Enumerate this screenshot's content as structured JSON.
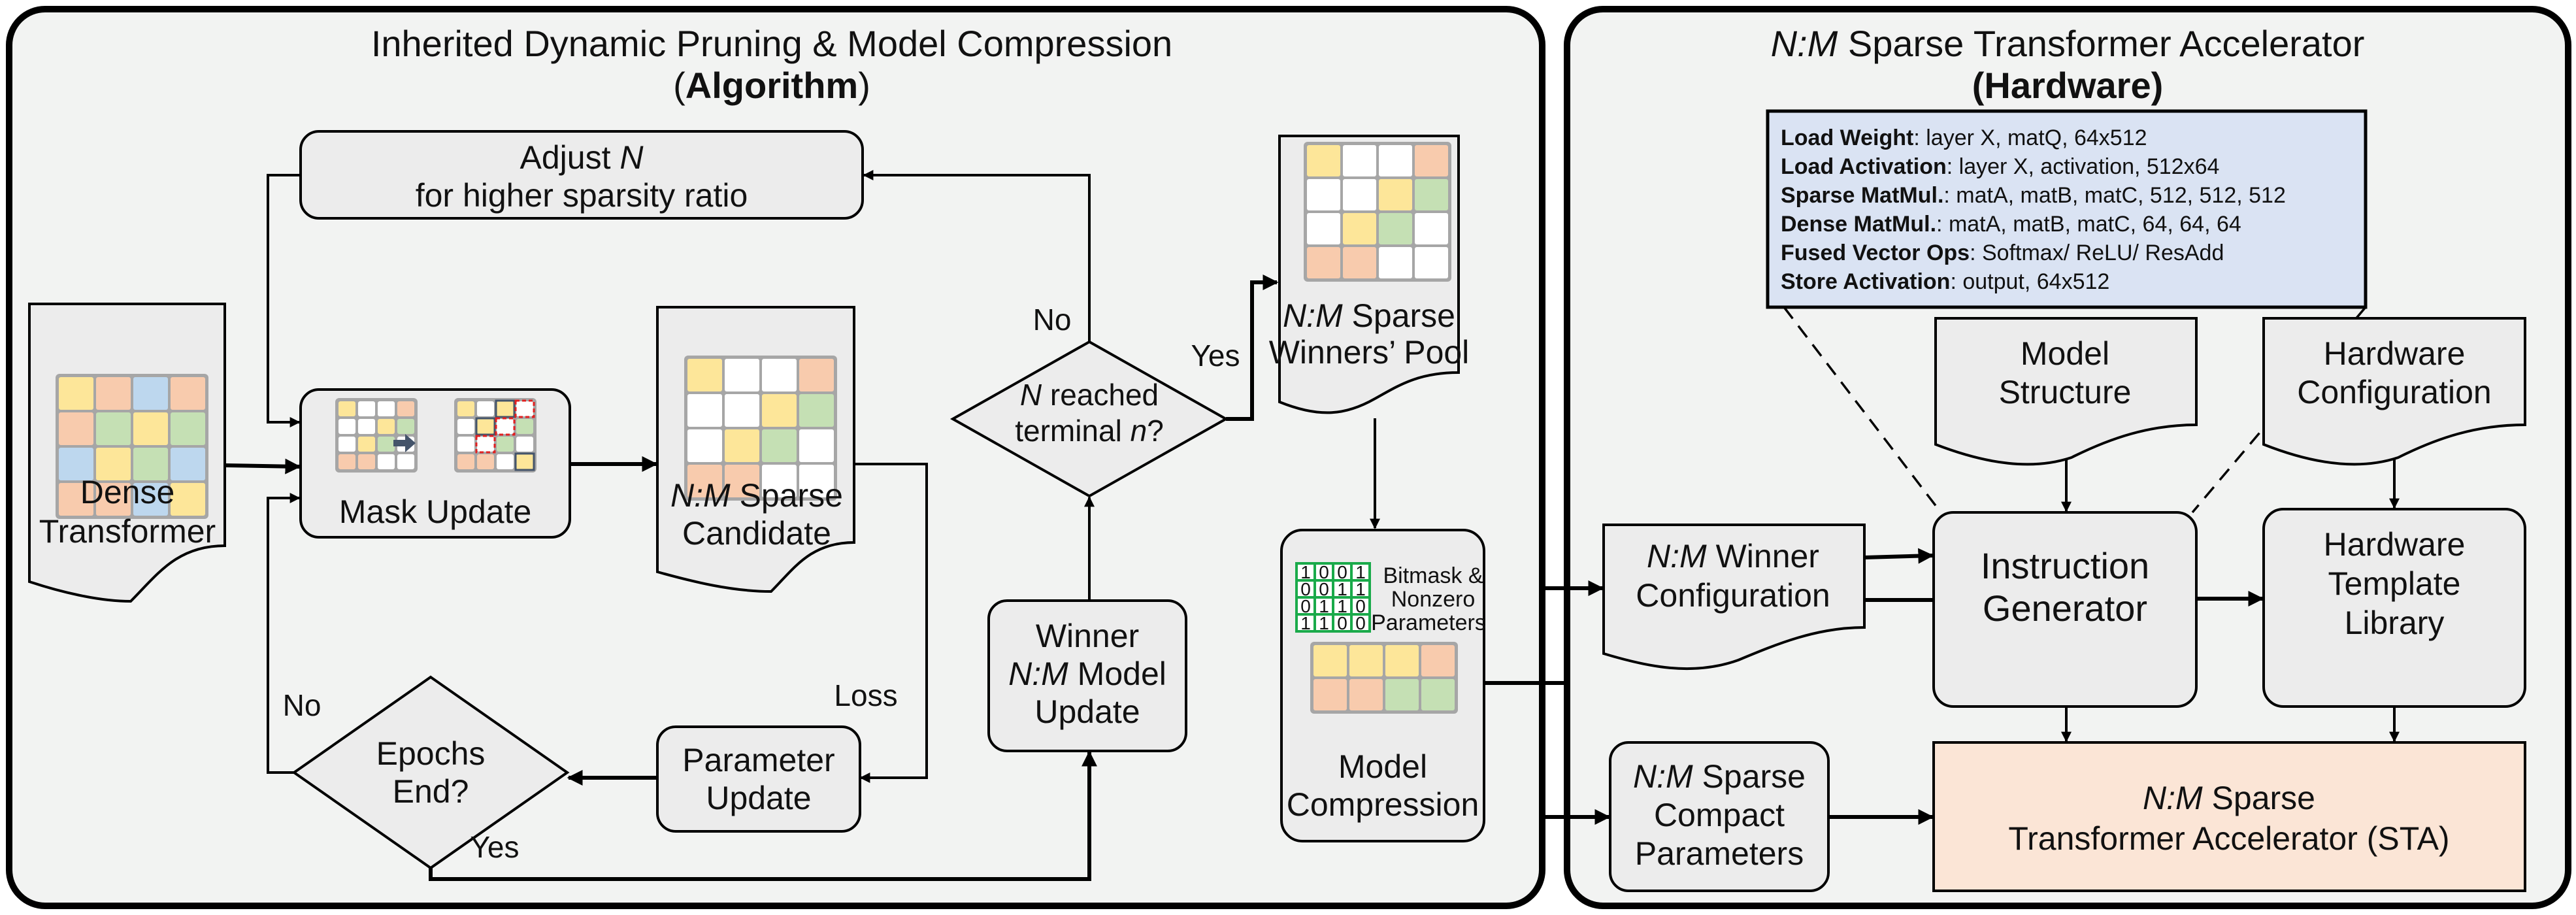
{
  "left_panel": {
    "title_line1": "Inherited Dynamic Pruning & Model Compression",
    "title_line2": "Algorithm",
    "nodes": {
      "adjust_n": {
        "line1_prefix": "Adjust ",
        "line1_italic": "N",
        "line2": "for higher sparsity ratio"
      },
      "dense_transformer": {
        "line1": "Dense",
        "line2": "Transformer"
      },
      "mask_update": {
        "label": "Mask Update"
      },
      "sparse_candidate": {
        "line1_italic": "N:M",
        "line1_rest": " Sparse",
        "line2": "Candidate"
      },
      "terminal_check": {
        "line1_italic": "N",
        "line1_rest": " reached",
        "line2_prefix": "terminal ",
        "line2_italic": "n",
        "line2_suffix": "?"
      },
      "winners_pool": {
        "line1_italic": "N:M",
        "line1_rest": " Sparse",
        "line2": "Winners’ Pool"
      },
      "winner_update": {
        "line1": "Winner",
        "line2_italic": "N:M",
        "line2_rest": " Model",
        "line3": "Update"
      },
      "parameter_update": {
        "line1": "Parameter",
        "line2": "Update"
      },
      "epochs_end": {
        "line1": "Epochs",
        "line2": "End?"
      },
      "model_compression": {
        "line1": "Model",
        "line2": "Compression",
        "bitmask_label": [
          "Bitmask &",
          "Nonzero",
          "Parameters"
        ],
        "bitmask": [
          [
            "1",
            "0",
            "0",
            "1"
          ],
          [
            "0",
            "0",
            "1",
            "1"
          ],
          [
            "0",
            "1",
            "1",
            "0"
          ],
          [
            "1",
            "1",
            "0",
            "0"
          ]
        ]
      }
    },
    "edge_labels": {
      "no_terminal": "No",
      "yes_terminal": "Yes",
      "no_epochs": "No",
      "yes_epochs": "Yes",
      "loss": "Loss"
    }
  },
  "right_panel": {
    "title_italic": "N:M",
    "title_rest": " Sparse Transformer Accelerator",
    "title_line2": "Hardware",
    "instructions": [
      {
        "op": "Load Weight",
        "args": ": layer X, matQ, 64x512"
      },
      {
        "op": "Load Activation",
        "args": ": layer X, activation, 512x64"
      },
      {
        "op": "Sparse MatMul.",
        "args": ": matA, matB, matC, 512, 512, 512"
      },
      {
        "op": "Dense MatMul.",
        "args": ": matA, matB, matC, 64, 64, 64"
      },
      {
        "op": "Fused Vector Ops",
        "args": ": Softmax/ ReLU/ ResAdd"
      },
      {
        "op": "Store Activation",
        "args": ": output, 64x512"
      }
    ],
    "nodes": {
      "model_structure": {
        "line1": "Model",
        "line2": "Structure"
      },
      "hardware_configuration": {
        "line1": "Hardware",
        "line2": "Configuration"
      },
      "winner_configuration": {
        "line1_italic": "N:M",
        "line1_rest": " Winner",
        "line2": "Configuration"
      },
      "instruction_generator": {
        "line1": "Instruction",
        "line2": "Generator"
      },
      "hardware_template_library": {
        "line1": "Hardware",
        "line2": "Template",
        "line3": "Library"
      },
      "compact_parameters": {
        "line1_italic": "N:M",
        "line1_rest": " Sparse",
        "line2": "Compact",
        "line3": "Parameters"
      },
      "sta": {
        "line1_italic": "N:M",
        "line1_rest": " Sparse",
        "line2": "Transformer Accelerator (STA)"
      }
    }
  },
  "colors": {
    "yellow": "#fde699",
    "orange": "#f8cbad",
    "blue": "#bdd7ee",
    "green": "#c5e0b4",
    "white": "#ffffff",
    "instruction_box": "#dae3f3",
    "sta_box": "#fbe5d6",
    "bitmask_green": "#1aaa4a",
    "mask_red": "#e02020",
    "mask_highlight": "#44546a"
  },
  "matrices": {
    "dense": [
      [
        "yellow",
        "orange",
        "blue",
        "orange"
      ],
      [
        "orange",
        "green",
        "yellow",
        "green"
      ],
      [
        "blue",
        "yellow",
        "green",
        "blue"
      ],
      [
        "orange",
        "orange",
        "blue",
        "yellow"
      ]
    ],
    "sparse": [
      [
        "yellow",
        "white",
        "white",
        "orange"
      ],
      [
        "white",
        "white",
        "yellow",
        "green"
      ],
      [
        "white",
        "yellow",
        "green",
        "white"
      ],
      [
        "orange",
        "orange",
        "white",
        "white"
      ]
    ],
    "mask_after": [
      [
        "yellow",
        "white",
        "yellow",
        "white"
      ],
      [
        "white",
        "yellow",
        "white",
        "green"
      ],
      [
        "white",
        "white",
        "green",
        "white"
      ],
      [
        "orange",
        "orange",
        "white",
        "yellow"
      ]
    ],
    "compressed": [
      [
        "yellow",
        "yellow",
        "yellow",
        "orange"
      ],
      [
        "orange",
        "orange",
        "green",
        "green"
      ]
    ]
  }
}
